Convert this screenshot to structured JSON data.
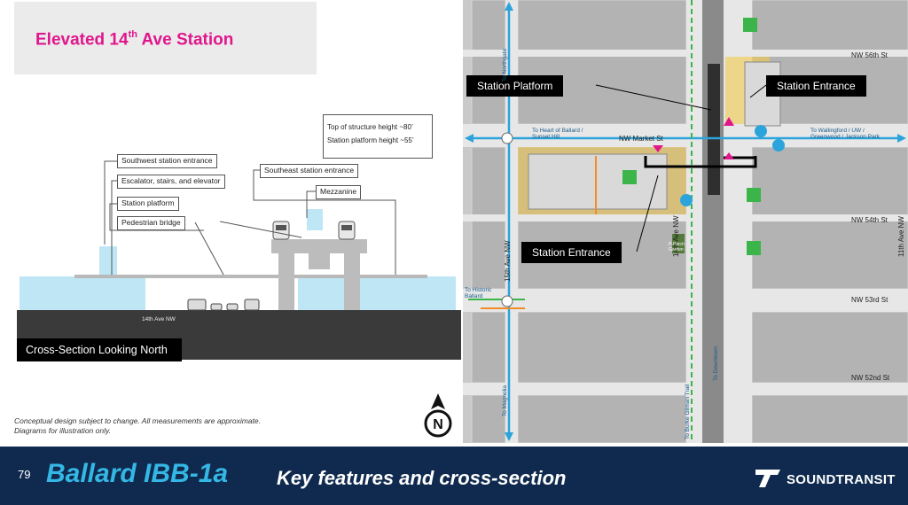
{
  "title": {
    "prefix": "Elevated 14",
    "superscript": "th",
    "suffix": " Ave Station"
  },
  "cross_section": {
    "heights": {
      "structure": "Top of structure height ~80’",
      "platform": "Station platform height ~55’"
    },
    "callouts": {
      "southwest_entrance": "Southwest station entrance",
      "escalator": "Escalator, stairs, and elevator",
      "platform": "Station platform",
      "ped_bridge": "Pedestrian bridge",
      "southeast_entrance": "Southeast station entrance",
      "mezzanine": "Mezzanine"
    },
    "street": "14th Ave NW",
    "caption": "Cross-Section Looking North"
  },
  "disclaimer": {
    "line1": "Conceptual design subject to change. All measurements are approximate.",
    "line2": "Diagrams for illustration only."
  },
  "north_arrow": "N",
  "map": {
    "callouts": {
      "platform": "Station Platform",
      "entrance_ne": "Station Entrance",
      "entrance_sw": "Station Entrance"
    },
    "streets": {
      "nw56": "NW 56th St",
      "nw54": "NW 54th St",
      "nw53": "NW 53rd St",
      "nw52": "NW 52nd St",
      "market": "NW Market St",
      "ave15": "15th Ave NW",
      "ave14": "14th Ave NW",
      "ave11": "11th Ave NW"
    },
    "routes": {
      "northgate": "To Northgate",
      "heart_ballard_1": "To Heart of Ballard /",
      "heart_ballard_2": "Sunset Hill",
      "wallingford_1": "To Wallingford / UW /",
      "wallingford_2": "Greenwood / Jackson Park",
      "historic_1": "To Historic",
      "historic_2": "Ballard",
      "magnolia": "To Magnolia",
      "burke_trail": "To Burke Gilman Trail",
      "downtown": "To Downtown"
    },
    "garden_1": "P-Patch",
    "garden_2": "Garden"
  },
  "footer": {
    "page_number": "79",
    "main_title": "Ballard IBB-1a",
    "subtitle": "Key features and cross-section",
    "brand": "SOUNDTRANSIT"
  },
  "colors": {
    "title_magenta": "#e0168c",
    "footer_navy": "#0f2a4e",
    "footer_cyan": "#35b7e6",
    "structure_blue": "#bfe6f5",
    "route_blue": "#2ba3db",
    "plaza_yellow": "#f2c94c",
    "bike_green": "#3bb54a"
  }
}
